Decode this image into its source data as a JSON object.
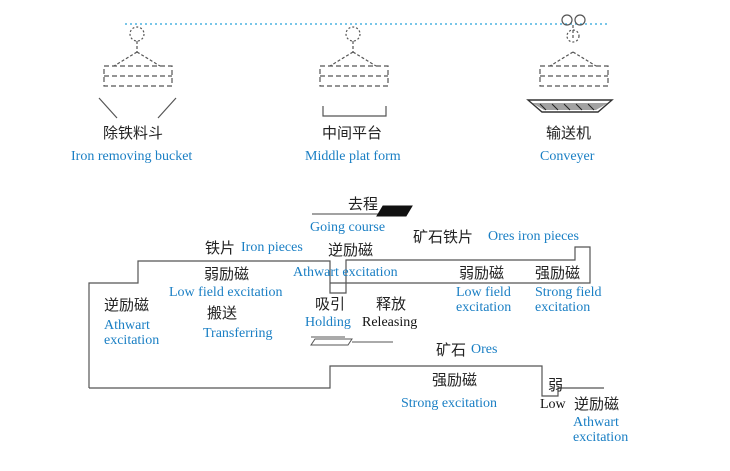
{
  "colors": {
    "line": "#555555",
    "dotted": "#29a3d9",
    "blue_text": "#1a7fc4",
    "black_text": "#222222"
  },
  "top": {
    "bucket": {
      "cn": "除铁料斗",
      "en": "Iron removing bucket"
    },
    "platform": {
      "cn": "中间平台",
      "en": "Middle plat form"
    },
    "conveyer": {
      "cn": "输送机",
      "en": "Conveyer"
    }
  },
  "flow": {
    "going": {
      "cn": "去程",
      "en": "Going course"
    },
    "iron_pieces": {
      "cn": "铁片",
      "en": "Iron pieces"
    },
    "athwart_mid": {
      "cn": "逆励磁",
      "en": "Athwart excitation"
    },
    "ores_iron": {
      "cn": "矿石铁片",
      "en": "Ores iron pieces"
    },
    "low_field": {
      "cn": "弱励磁",
      "en1": "Low field excitation"
    },
    "low_right": {
      "cn": "弱励磁",
      "en1": "Low field",
      "en2": "excitation"
    },
    "strong_right": {
      "cn": "强励磁",
      "en1": "Strong field",
      "en2": "excitation"
    },
    "athwart_left": {
      "cn": "逆励磁",
      "en1": "Athwart",
      "en2": "excitation"
    },
    "transfer": {
      "cn": "搬送",
      "en": "Transferring"
    },
    "holding": {
      "cn": "吸引",
      "en": "Holding"
    },
    "releasing": {
      "cn": "释放",
      "en": "Releasing"
    },
    "ores": {
      "cn": "矿石",
      "en": "Ores"
    },
    "strong_bottom": {
      "cn": "强励磁",
      "en": "Strong  excitation"
    },
    "weak": {
      "cn": "弱",
      "en": "Low"
    },
    "athwart_br": {
      "cn": "逆励磁",
      "en1": "Athwart",
      "en2": "excitation"
    }
  }
}
